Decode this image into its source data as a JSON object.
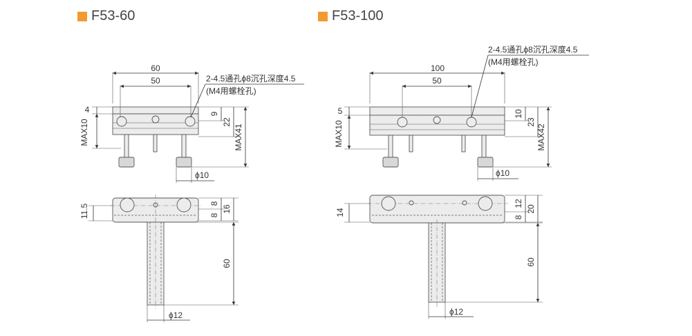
{
  "models": [
    {
      "title": "F53-60",
      "dims": {
        "overall_width": "60",
        "hole_pitch": "50",
        "plate_thickness": "4",
        "top_height": "9",
        "mid_height": "22",
        "max_height": "MAX41",
        "max_travel": "MAX10",
        "knob_dia": "ϕ10",
        "side_height": "11.5",
        "base_8a": "8",
        "base_8b": "8",
        "base_16": "16",
        "shaft_len": "60",
        "shaft_dia": "ϕ12"
      },
      "note_line1": "2-4.5通孔ϕ8沉孔深度4.5",
      "note_line2": "(M4用螺栓孔)"
    },
    {
      "title": "F53-100",
      "dims": {
        "overall_width": "100",
        "hole_pitch": "50",
        "plate_thickness": "5",
        "top_height": "10",
        "mid_height": "23",
        "max_height": "MAX42",
        "max_travel": "MAX10",
        "knob_dia": "ϕ10",
        "side_height": "14",
        "base_8": "8",
        "base_12": "12",
        "base_20": "20",
        "shaft_len": "60",
        "shaft_dia": "ϕ12"
      },
      "note_line1": "2-4.5通孔ϕ8沉孔深度4.5",
      "note_line2": "(M4用螺栓孔)"
    }
  ],
  "colors": {
    "accent": "#f39a2e",
    "line": "#333333",
    "part_fill": "#ececec"
  }
}
